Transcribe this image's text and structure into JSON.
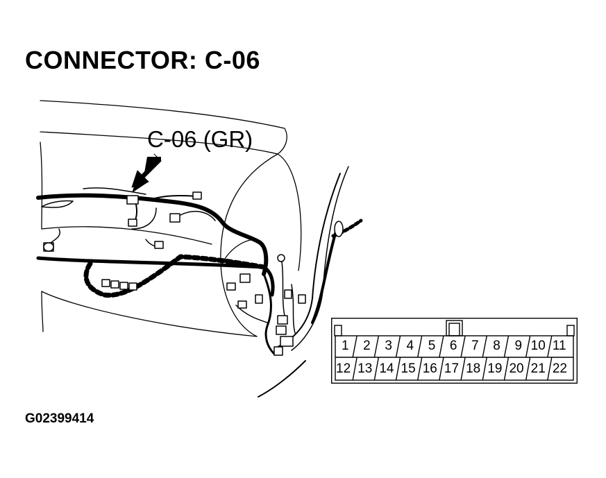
{
  "title": "CONNECTOR: C-06",
  "callout_label": "C-06 (GR)",
  "figure_id": "G02399414",
  "pins": {
    "row1": [
      "1",
      "2",
      "3",
      "4",
      "5",
      "6",
      "7",
      "8",
      "9",
      "10",
      "11"
    ],
    "row2": [
      "12",
      "13",
      "14",
      "15",
      "16",
      "17",
      "18",
      "19",
      "20",
      "21",
      "22"
    ]
  },
  "icons": {
    "pointer": "arrow-pointer-icon",
    "harness": "wiring-harness-icon",
    "connector": "connector-face-icon"
  }
}
